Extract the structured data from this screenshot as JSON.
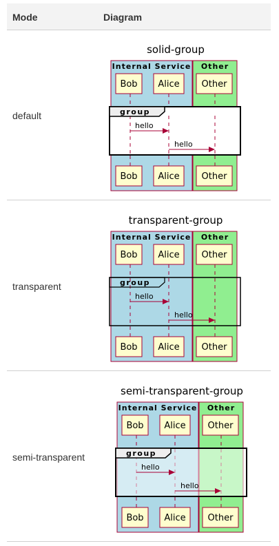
{
  "table": {
    "headers": {
      "mode": "Mode",
      "diagram": "Diagram"
    },
    "rows": [
      {
        "mode": "default",
        "title": "solid-group",
        "box_internal": "Internal Service",
        "box_other": "Other",
        "participants": [
          "Bob",
          "Alice",
          "Other"
        ],
        "group_label": "group",
        "messages": [
          "hello",
          "hello"
        ]
      },
      {
        "mode": "transparent",
        "title": "transparent-group",
        "box_internal": "Internal Service",
        "box_other": "Other",
        "participants": [
          "Bob",
          "Alice",
          "Other"
        ],
        "group_label": "group",
        "messages": [
          "hello",
          "hello"
        ]
      },
      {
        "mode": "semi-transparent",
        "title": "semi-transparent-group",
        "box_internal": "Internal Service",
        "box_other": "Other",
        "participants": [
          "Bob",
          "Alice",
          "Other"
        ],
        "group_label": "group",
        "messages": [
          "hello",
          "hello"
        ]
      }
    ]
  },
  "colors": {
    "internal_box": "#add8e6",
    "other_box": "#90ee90",
    "participant_fill": "#fefece",
    "participant_border": "#a80036",
    "arrow": "#a80036",
    "group_border": "#000000",
    "group_fill_solid": "#ffffff",
    "group_fill_semi": "rgba(255,255,255,0.5)"
  }
}
